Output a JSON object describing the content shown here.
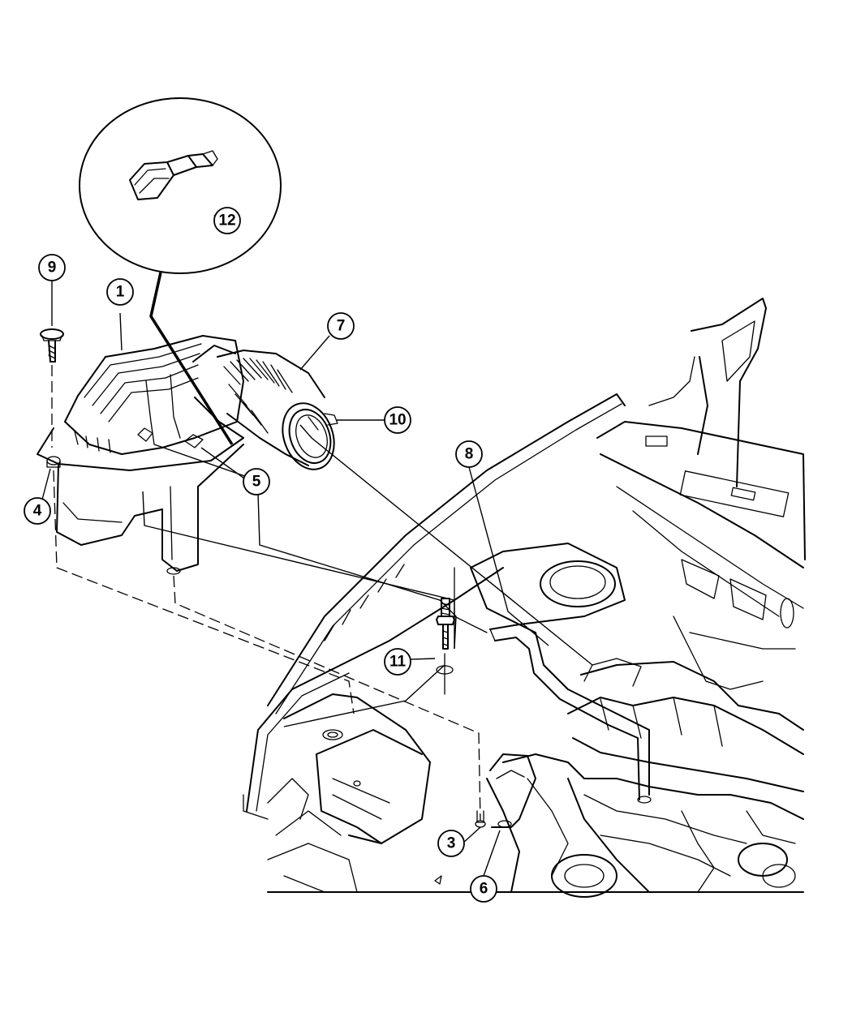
{
  "callouts": [
    {
      "id": "1",
      "label": "1"
    },
    {
      "id": "3",
      "label": "3"
    },
    {
      "id": "4",
      "label": "4"
    },
    {
      "id": "5",
      "label": "5"
    },
    {
      "id": "6",
      "label": "6"
    },
    {
      "id": "7",
      "label": "7"
    },
    {
      "id": "8",
      "label": "8"
    },
    {
      "id": "9",
      "label": "9"
    },
    {
      "id": "10",
      "label": "10"
    },
    {
      "id": "11",
      "label": "11"
    },
    {
      "id": "12",
      "label": "12"
    }
  ]
}
